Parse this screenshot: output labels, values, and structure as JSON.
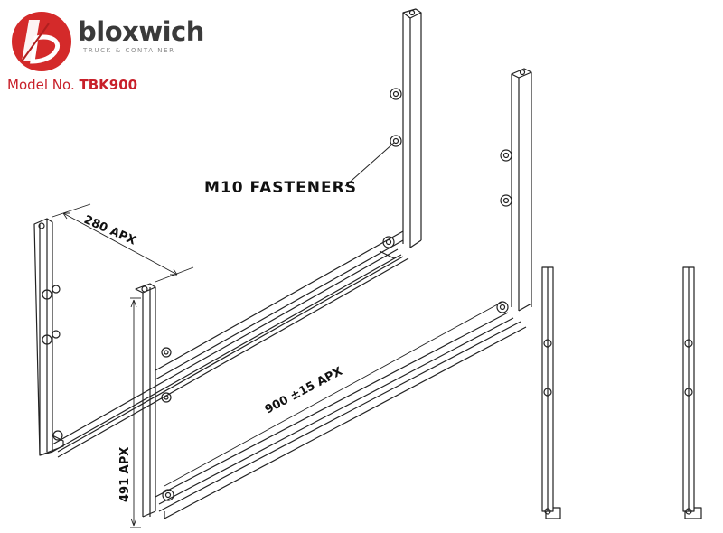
{
  "brand": {
    "name": "bloxwich",
    "tagline": "TRUCK & CONTAINER",
    "logo_color": "#d42a2a"
  },
  "model": {
    "label": "Model No.",
    "number": "TBK900",
    "color": "#c8202a"
  },
  "annotations": {
    "fasteners": "M10 FASTENERS",
    "depth_dim": "280 APX",
    "width_dim": "900 ±15 APX",
    "height_dim": "491 APX"
  }
}
